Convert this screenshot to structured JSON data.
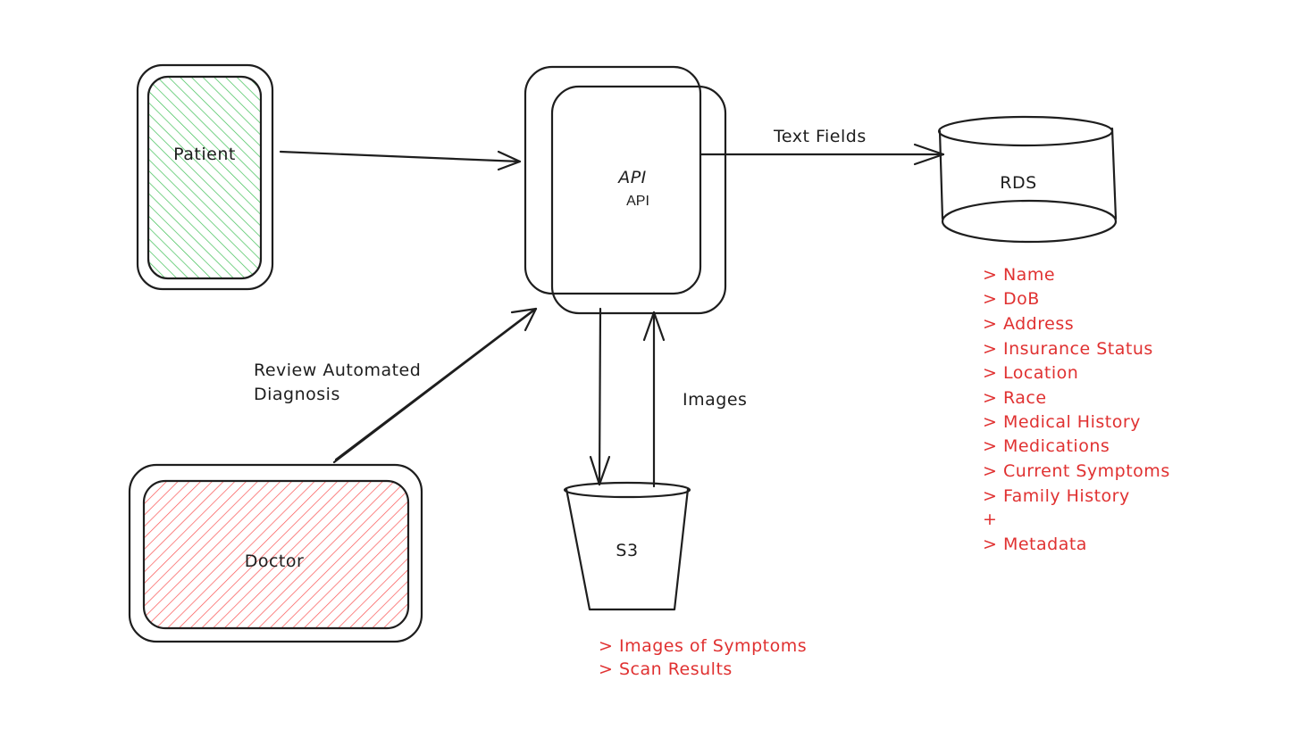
{
  "nodes": {
    "patient": {
      "label": "Patient",
      "fill_color": "#40c057"
    },
    "doctor": {
      "label": "Doctor",
      "fill_color": "#fa5252"
    },
    "api": {
      "label": "API",
      "sublabel": "API"
    },
    "rds": {
      "label": "RDS"
    },
    "s3": {
      "label": "S3"
    }
  },
  "edges": {
    "patient_to_api": {
      "label": ""
    },
    "doctor_to_api": {
      "label_line1": "Review Automated",
      "label_line2": "Diagnosis"
    },
    "api_to_rds": {
      "label": "Text Fields"
    },
    "api_s3": {
      "label": "Images"
    }
  },
  "rds_fields": {
    "color": "#e03131",
    "items": [
      "> Name",
      "> DoB",
      "> Address",
      "> Insurance Status",
      "> Location",
      "> Race",
      "> Medical History",
      "> Medications",
      "> Current Symptoms",
      "> Family History",
      "+",
      "> Metadata"
    ]
  },
  "s3_fields": {
    "color": "#e03131",
    "items": [
      "> Images of Symptoms",
      "> Scan Results"
    ]
  }
}
